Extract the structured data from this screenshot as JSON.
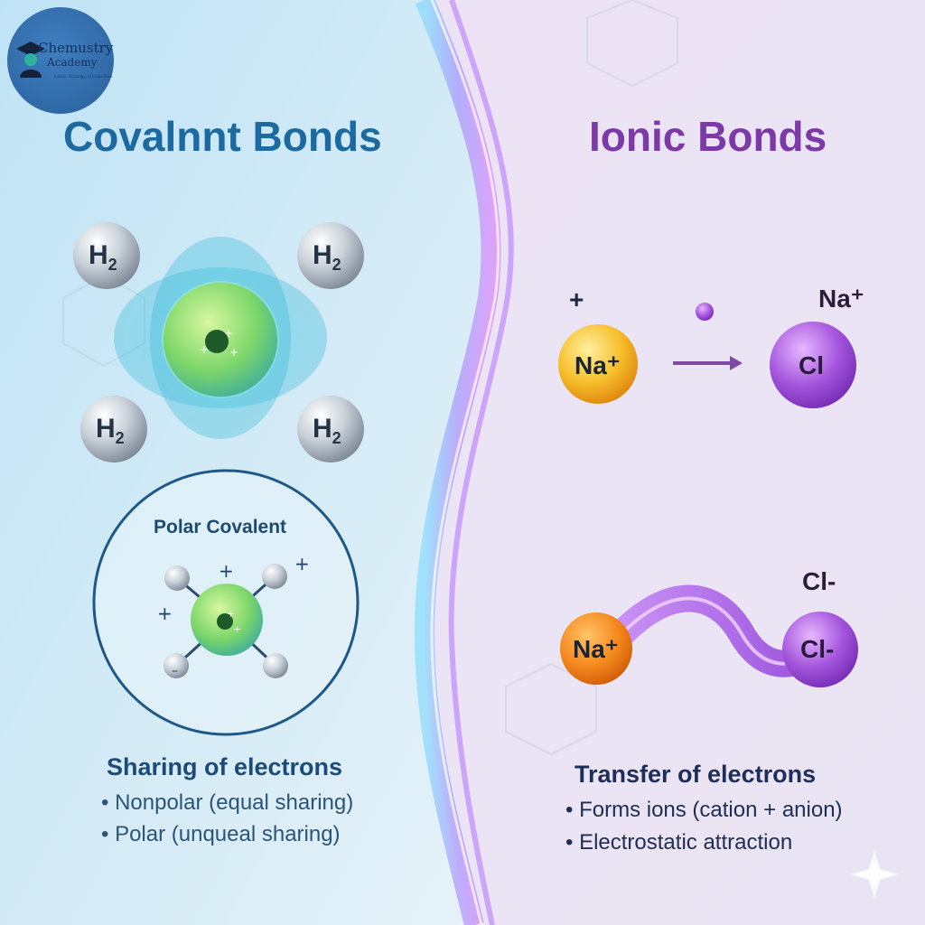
{
  "logo": {
    "name_line_1": "Chemustry",
    "name_line_2": "Academy",
    "tagline": "Iuleasr, Ocevoigy, ol losiue Rses"
  },
  "covalent": {
    "title": "Covalnnt Bonds",
    "h2_label": "H",
    "h2_subscript": "2",
    "polar_title": "Polar Covalent",
    "heading": "Sharing of electrons",
    "bullets": [
      "• Nonpolar (equal sharing)",
      "• Polar (unqueal sharing)"
    ]
  },
  "ionic": {
    "title": "Ionic Bonds",
    "plus_sign": "+",
    "na_ion": "Na⁺",
    "na_label": "Na⁺",
    "cl_atom": "Cl",
    "cl_ion_top_label": "Cl-",
    "cl_ion": "Cl-",
    "na_ion_bottom": "Na⁺",
    "heading": "Transfer of electrons",
    "bullets": [
      "• Forms ions (cation + anion)",
      "• Electrostatic attraction"
    ]
  },
  "colors": {
    "covalent_accent": "#1d6aa0",
    "ionic_accent": "#7b3aa8",
    "sodium": "#f4b825",
    "chlorine": "#9b4fd0"
  }
}
